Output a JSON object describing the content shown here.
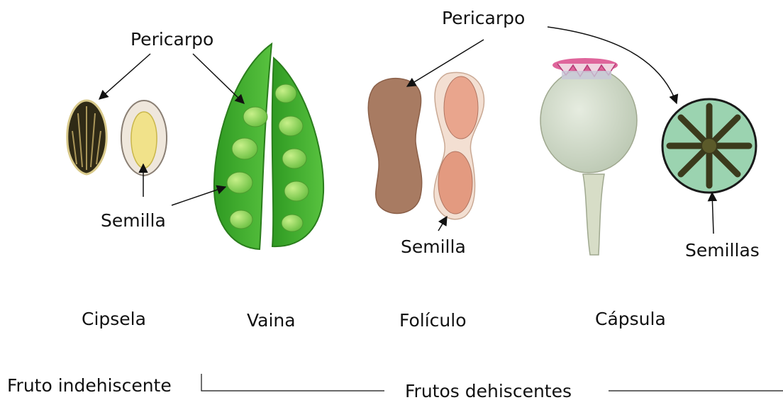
{
  "labels": {
    "pericarpo_left": "Pericarpo",
    "pericarpo_right": "Pericarpo",
    "semilla_cipsela": "Semilla",
    "semilla_foliculo": "Semilla",
    "semillas_capsula": "Semillas"
  },
  "fruits": {
    "cipsela": "Cipsela",
    "vaina": "Vaina",
    "foliculo": "Folículo",
    "capsula": "Cápsula"
  },
  "groups": {
    "indehiscent": "Fruto indehiscente",
    "dehiscent": "Frutos dehiscentes"
  },
  "colors": {
    "pod_green": "#3fae2a",
    "pea_green": "#8ed45a",
    "follicle_brown": "#a87b62",
    "follicle_pink": "#e9a58d",
    "capsule_grey": "#cdd6c0",
    "capsule_section": "#7fbf9a",
    "seed_dark": "#3b3a1c"
  }
}
